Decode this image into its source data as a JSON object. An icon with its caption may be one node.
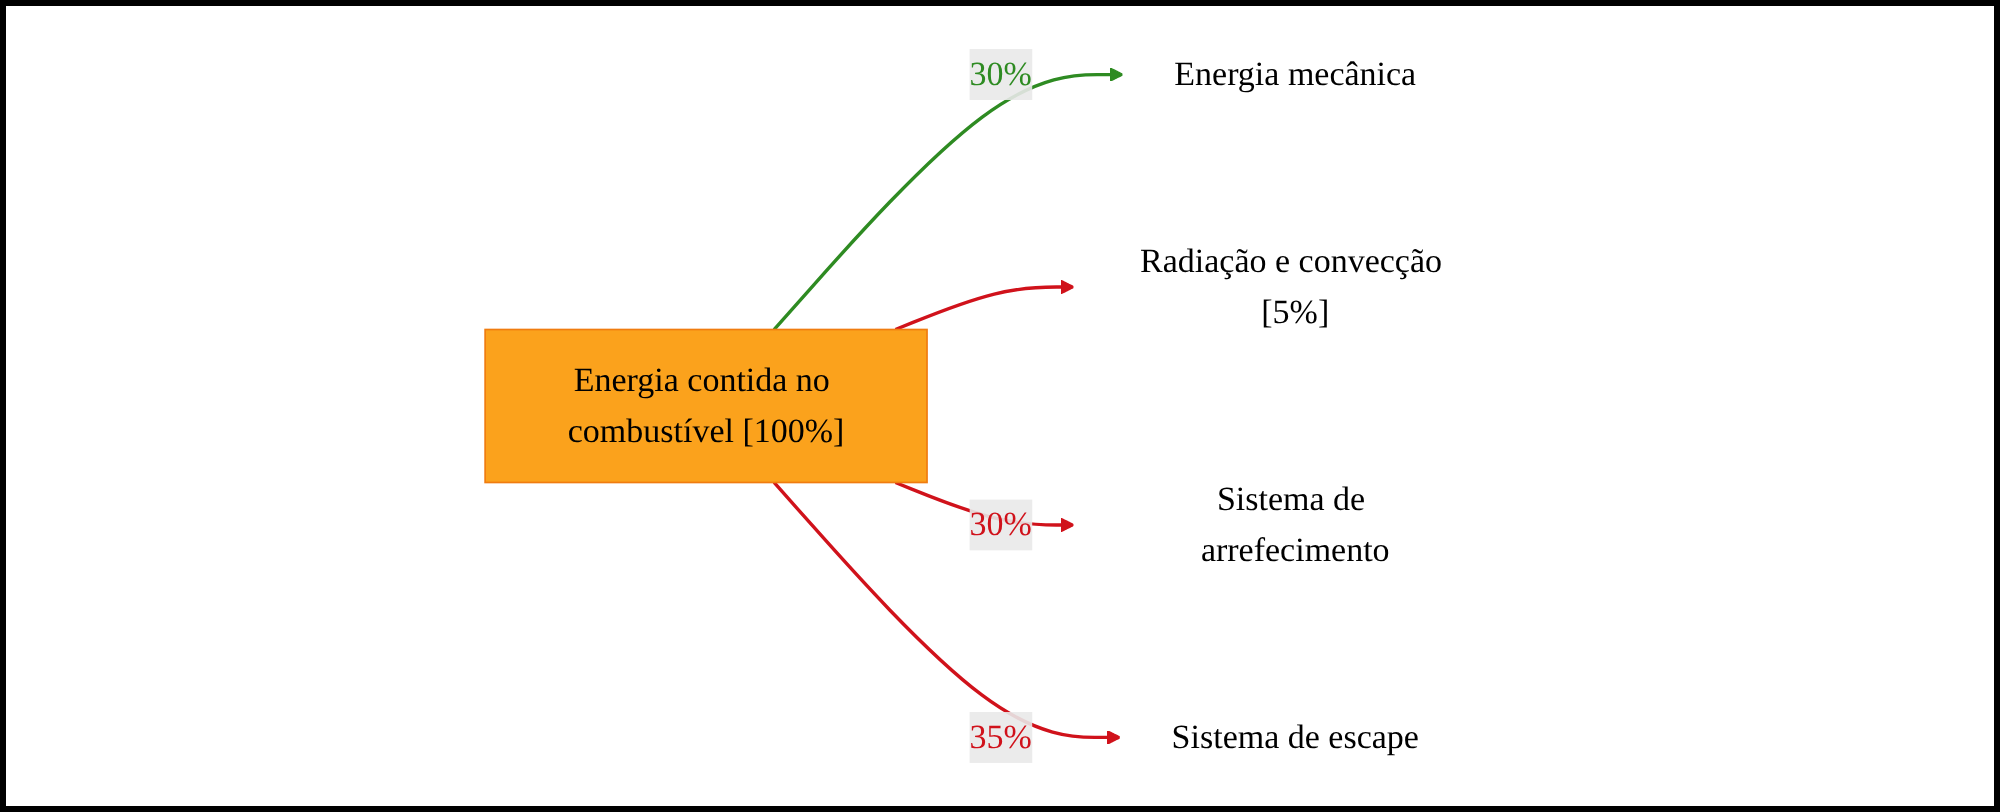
{
  "diagram": {
    "nodes": [
      {
        "text": [
          "Energia contida no combustível [100%]"
        ]
      },
      {
        "text": [
          "Energia mecânica"
        ]
      },
      {
        "text": [
          "Radiação e convecção [5%]"
        ]
      },
      {
        "text": [
          "Sistema de arrefecimento"
        ]
      },
      {
        "text": [
          "Sistema de escape"
        ]
      }
    ],
    "edges": [
      {
        "from": 0,
        "to": 1,
        "arrow": "to",
        "label": "30%",
        "color": "#2e8b22"
      },
      {
        "from": 0,
        "to": 2,
        "arrow": "to"
      },
      {
        "from": 0,
        "to": 3,
        "arrow": "to",
        "label": "30%"
      },
      {
        "from": 0,
        "to": 4,
        "arrow": "to",
        "label": "35%"
      }
    ]
  }
}
